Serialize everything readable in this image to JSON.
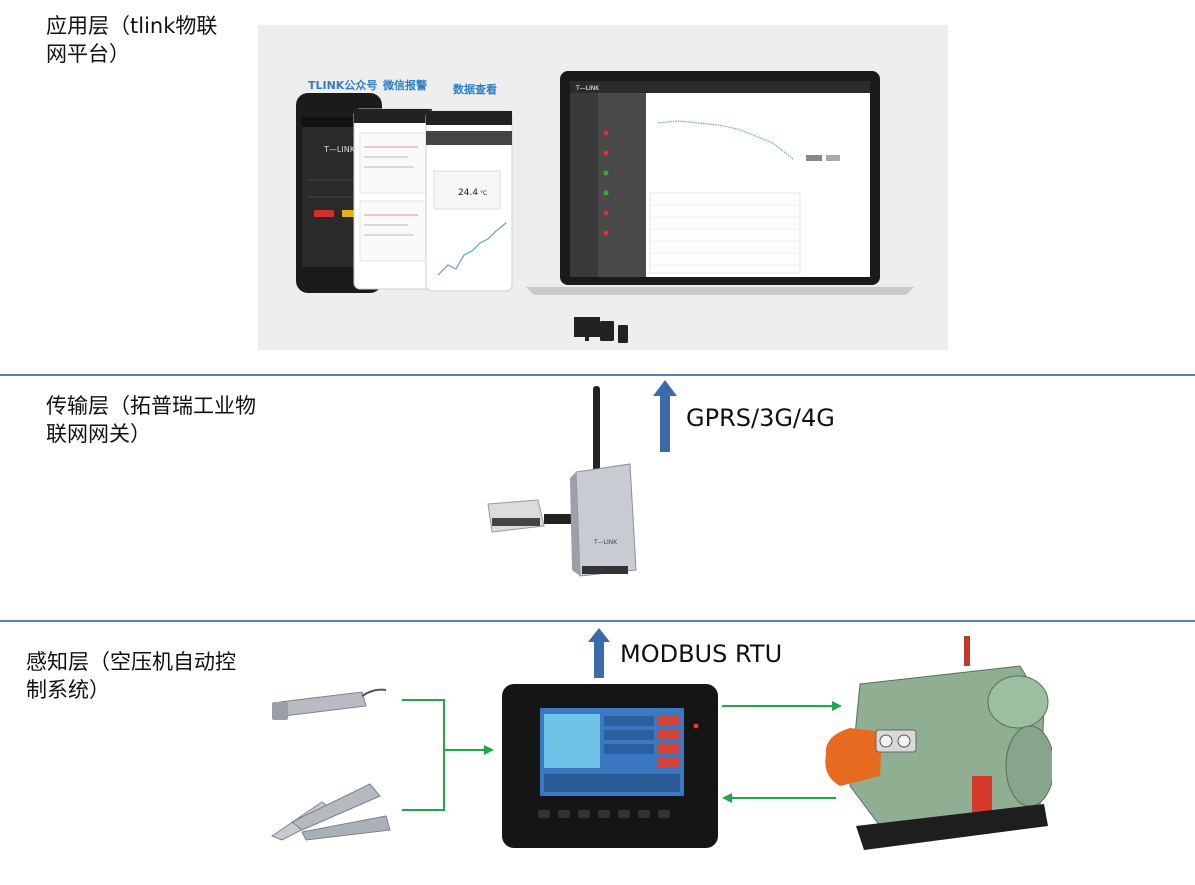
{
  "layers": {
    "application": "应用层（tlink物联网平台）",
    "transport": "传输层（拓普瑞工业物联网网关）",
    "perception": "感知层（空压机自动控制系统）"
  },
  "protocols": {
    "upper": "GPRS/3G/4G",
    "lower": "MODBUS RTU"
  },
  "app_panel": {
    "tabs": [
      "TLINK公众号",
      "微信报警",
      "数据查看"
    ],
    "phone_brand": "T—LINK",
    "temperature": "24.4",
    "temp_unit": "°C",
    "laptop_brand": "T—LINK"
  },
  "gateway": {
    "brand": "T—LINK"
  },
  "colors": {
    "divider": "#5b7fb3",
    "arrow_up": "#3d6aa8",
    "arrow_green": "#1faa4a",
    "compressor": "#8fae92"
  }
}
